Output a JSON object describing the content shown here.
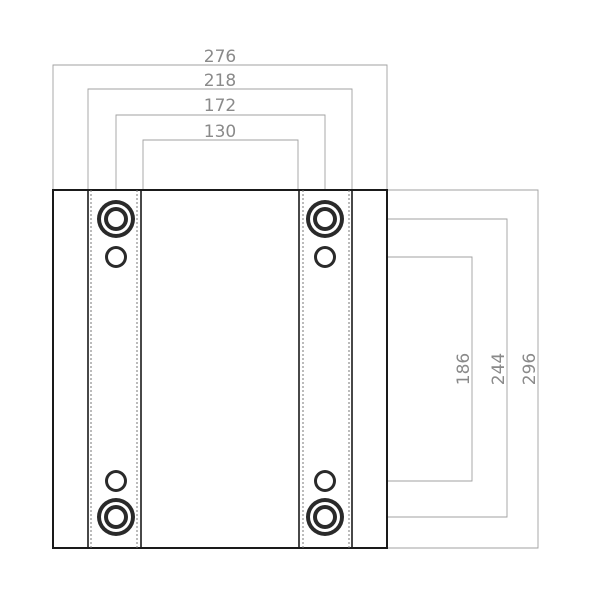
{
  "dimensions": {
    "horizontal": [
      "276",
      "218",
      "172",
      "130"
    ],
    "vertical": [
      "186",
      "244",
      "296"
    ]
  },
  "colors": {
    "outline": "#1a1a1a",
    "dimension": "#8a8a8a"
  }
}
